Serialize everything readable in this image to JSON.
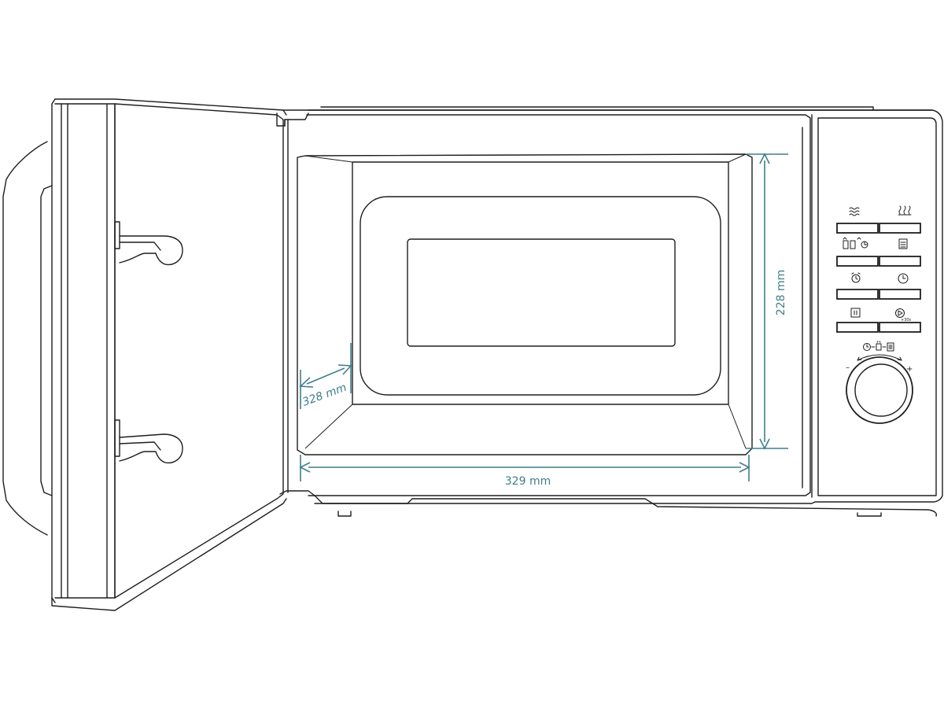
{
  "dimensions": {
    "width": {
      "value": "329 mm"
    },
    "height": {
      "value": "228 mm"
    },
    "depth": {
      "value": "328 mm"
    }
  },
  "control_panel": {
    "dial": {
      "minus": "–",
      "plus": "+"
    },
    "quick_start_badge": "+30s"
  },
  "colors": {
    "line": "#1e1e1e",
    "dimension": "#3f7f8c",
    "background": "#ffffff"
  }
}
